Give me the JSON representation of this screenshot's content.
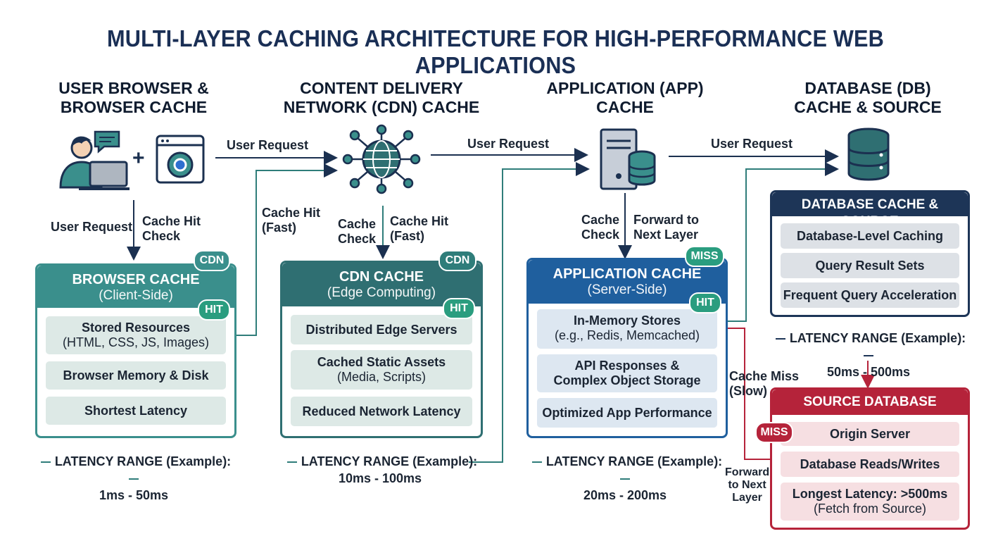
{
  "title": "MULTI-LAYER CACHING ARCHITECTURE FOR HIGH-PERFORMANCE WEB APPLICATIONS",
  "columns": {
    "browser": "USER BROWSER &\nBROWSER CACHE",
    "cdn": "CONTENT DELIVERY\nNETWORK (CDN) CACHE",
    "app": "APPLICATION (APP)\nCACHE",
    "db": "DATABASE (DB)\nCACHE & SOURCE"
  },
  "flow": {
    "user_request_1": "User Request",
    "user_request_2": "User Request",
    "user_request_3": "User Request",
    "browser_user_request": "User Request",
    "browser_cache_hit_check": "Cache Hit\nCheck",
    "browser_cache_hit_fast": "Cache Hit\n(Fast)",
    "cdn_cache_check": "Cache\nCheck",
    "cdn_cache_hit_fast": "Cache Hit\n(Fast)",
    "app_cache_check": "Cache\nCheck",
    "app_forward": "Forward to\nNext Layer",
    "cache_miss_slow": "Cache Miss\n(Slow)",
    "forward_next_layer": "Forward\nto Next\nLayer"
  },
  "browser_cache": {
    "title": "BROWSER CACHE",
    "subtitle": "(Client-Side)",
    "badge_top": "CDN",
    "badge_hit": "HIT",
    "items": [
      {
        "main": "Stored Resources",
        "sub": "(HTML, CSS, JS, Images)"
      },
      {
        "main": "Browser Memory & Disk",
        "sub": ""
      },
      {
        "main": "Shortest Latency",
        "sub": ""
      }
    ],
    "latency_label": "LATENCY RANGE (Example):",
    "latency_value": "1ms - 50ms"
  },
  "cdn_cache": {
    "title": "CDN CACHE",
    "subtitle": "(Edge Computing)",
    "badge_top": "CDN",
    "badge_hit": "HIT",
    "items": [
      {
        "main": "Distributed Edge Servers",
        "sub": ""
      },
      {
        "main": "Cached Static Assets",
        "sub": "(Media, Scripts)"
      },
      {
        "main": "Reduced Network Latency",
        "sub": ""
      }
    ],
    "latency_label": "LATENCY RANGE (Example):",
    "latency_value": "10ms - 100ms"
  },
  "app_cache": {
    "title": "APPLICATION CACHE",
    "subtitle": "(Server-Side)",
    "badge_top": "MISS",
    "badge_hit": "HIT",
    "items": [
      {
        "main": "In-Memory Stores",
        "sub": "(e.g., Redis, Memcached)"
      },
      {
        "main": "API Responses &\nComplex Object Storage",
        "sub": ""
      },
      {
        "main": "Optimized App Performance",
        "sub": ""
      }
    ],
    "latency_label": "LATENCY RANGE (Example):",
    "latency_value": "20ms - 200ms"
  },
  "db_cache": {
    "title": "DATABASE CACHE & SOURCE",
    "items": [
      {
        "main": "Database-Level Caching"
      },
      {
        "main": "Query Result Sets"
      },
      {
        "main": "Frequent Query Acceleration"
      }
    ],
    "latency_label": "LATENCY RANGE (Example):",
    "latency_value": "50ms - 500ms"
  },
  "source_db": {
    "title": "SOURCE DATABASE",
    "badge": "MISS",
    "items": [
      {
        "main": "Origin Server",
        "sub": ""
      },
      {
        "main": "Database Reads/Writes",
        "sub": ""
      },
      {
        "main": "Longest Latency: >500ms",
        "sub": "(Fetch from Source)"
      }
    ]
  },
  "colors": {
    "browser_header": "#3a8f8c",
    "cdn_header": "#2f6f72",
    "app_header": "#1f5f9e",
    "db_header": "#1d3557",
    "source_header": "#b5233a",
    "teal_item": "#dde9e6",
    "blue_item": "#dde7f1",
    "gray_item": "#dde1e6",
    "pink_item": "#f6dfe2"
  },
  "icons": [
    "user-laptop-icon",
    "chat-bubble-icon",
    "browser-window-icon",
    "globe-network-icon",
    "server-database-icon",
    "database-cylinder-icon"
  ]
}
